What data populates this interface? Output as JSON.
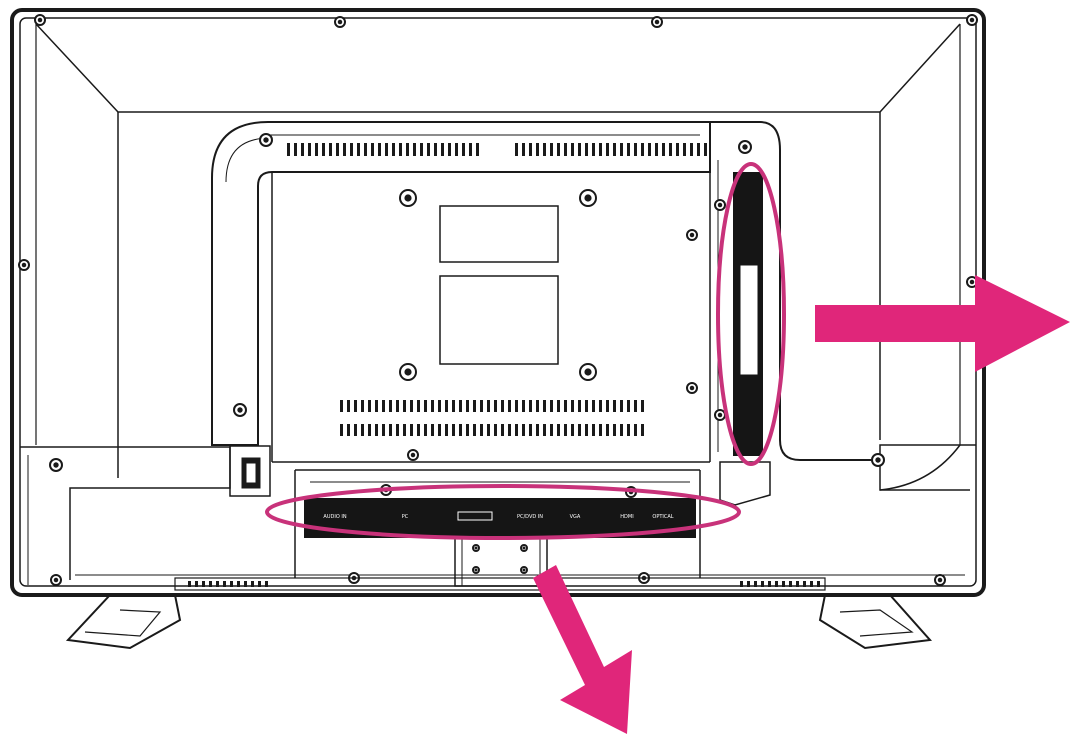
{
  "diagram": {
    "subject": "tv-rear-view",
    "highlight_color": "#c8327a",
    "arrow_color": "#e0267a",
    "line_color": "#1a1a1a",
    "bottom_panel_labels": [
      "AUDIO IN",
      "PC",
      "",
      "PC/DVD IN",
      "VGA",
      "HDMI",
      "OPTICAL"
    ],
    "side_panel_labels": [
      "",
      "",
      "",
      "",
      ""
    ]
  }
}
